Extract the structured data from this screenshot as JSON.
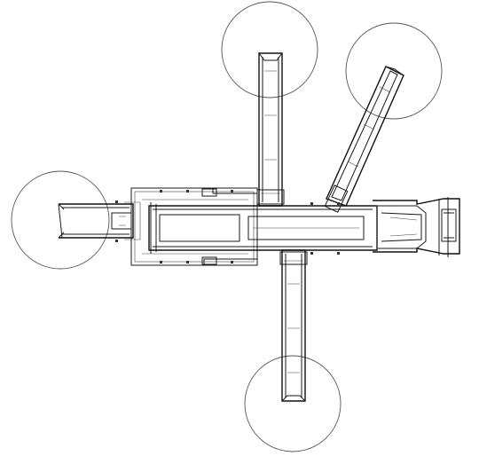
{
  "drawing": {
    "type": "technical-plan-view",
    "line_color": "#1a1a1a",
    "background": "#ffffff",
    "radius_circles": 4,
    "conveyors": [
      "left-conveyor",
      "top-conveyor",
      "angled-conveyor",
      "bottom-conveyor",
      "main-conveyor"
    ]
  }
}
